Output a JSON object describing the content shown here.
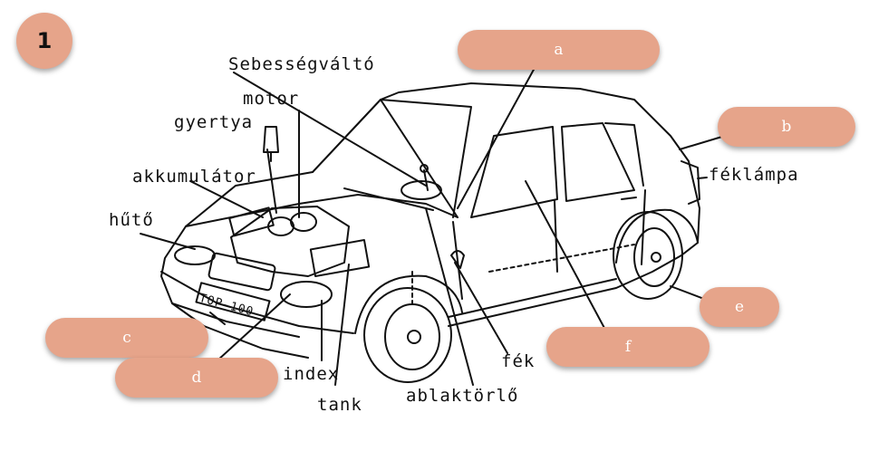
{
  "badge": {
    "number": "1"
  },
  "blanks": [
    {
      "id": "a",
      "label": "a"
    },
    {
      "id": "b",
      "label": "b"
    },
    {
      "id": "c",
      "label": "c"
    },
    {
      "id": "d",
      "label": "d"
    },
    {
      "id": "e",
      "label": "e"
    },
    {
      "id": "f",
      "label": "f"
    }
  ],
  "labels": {
    "sebessegvalto": "Sebességváltó",
    "motor": "motor",
    "gyertya": "gyertya",
    "akkumulator": "akkumulátor",
    "huto": "hűtő",
    "feklampa": "féklámpa",
    "fek": "fék",
    "index": "index",
    "tank": "tank",
    "ablaktorlo": "ablaktörlő",
    "plate": "TOP-100"
  },
  "colors": {
    "pill": "#e6a48a",
    "ink": "#111111"
  }
}
